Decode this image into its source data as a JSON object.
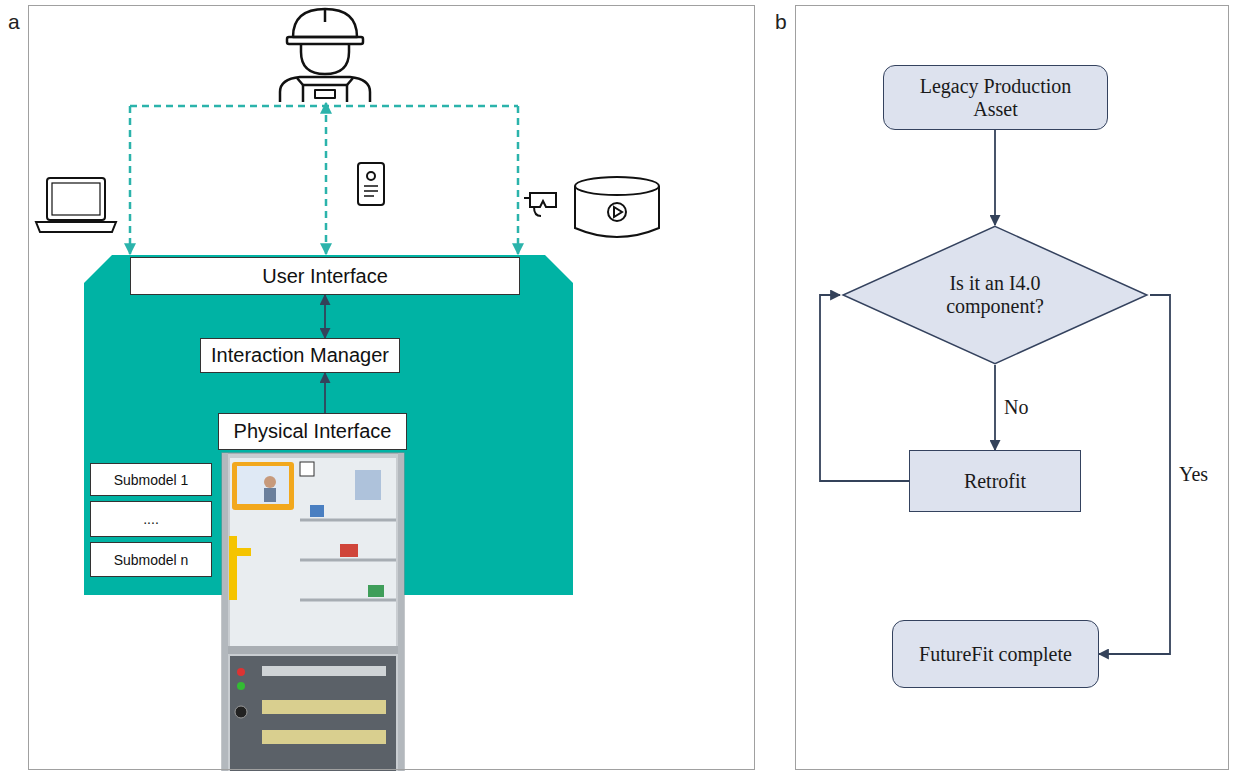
{
  "diagram": {
    "nodes": [
      {
        "text": [
          "a"
        ]
      },
      {
        "text": [
          "User Interface"
        ],
        "in": 0
      },
      {
        "text": [
          "Interaction Manager"
        ],
        "in": 0
      },
      {
        "text": [
          "Physical Interface"
        ],
        "in": 0
      },
      {
        "text": [
          "Submodel 1"
        ],
        "in": 0
      },
      {
        "text": [
          "...."
        ],
        "in": 0
      },
      {
        "text": [
          "Submodel n"
        ],
        "in": 0
      },
      {
        "text": [
          "b"
        ]
      },
      {
        "text": [
          "Legacy Production Asset"
        ],
        "in": 7
      },
      {
        "text": [
          "Is it an I4.0 component?"
        ],
        "in": 7
      },
      {
        "text": [
          "Retrofit"
        ],
        "in": 7
      },
      {
        "text": [
          "FutureFit complete"
        ],
        "in": 7
      }
    ],
    "edges": [
      {
        "from": 1,
        "to": 2,
        "arrow": "both"
      },
      {
        "from": 3,
        "to": 2,
        "arrow": "to"
      },
      {
        "from": 8,
        "to": 9,
        "arrow": "to"
      },
      {
        "from": 9,
        "to": 10,
        "label": "No",
        "arrow": "to"
      },
      {
        "from": 10,
        "to": 9,
        "arrow": "to"
      },
      {
        "from": 9,
        "to": 11,
        "label": "Yes",
        "arrow": "to"
      }
    ]
  }
}
